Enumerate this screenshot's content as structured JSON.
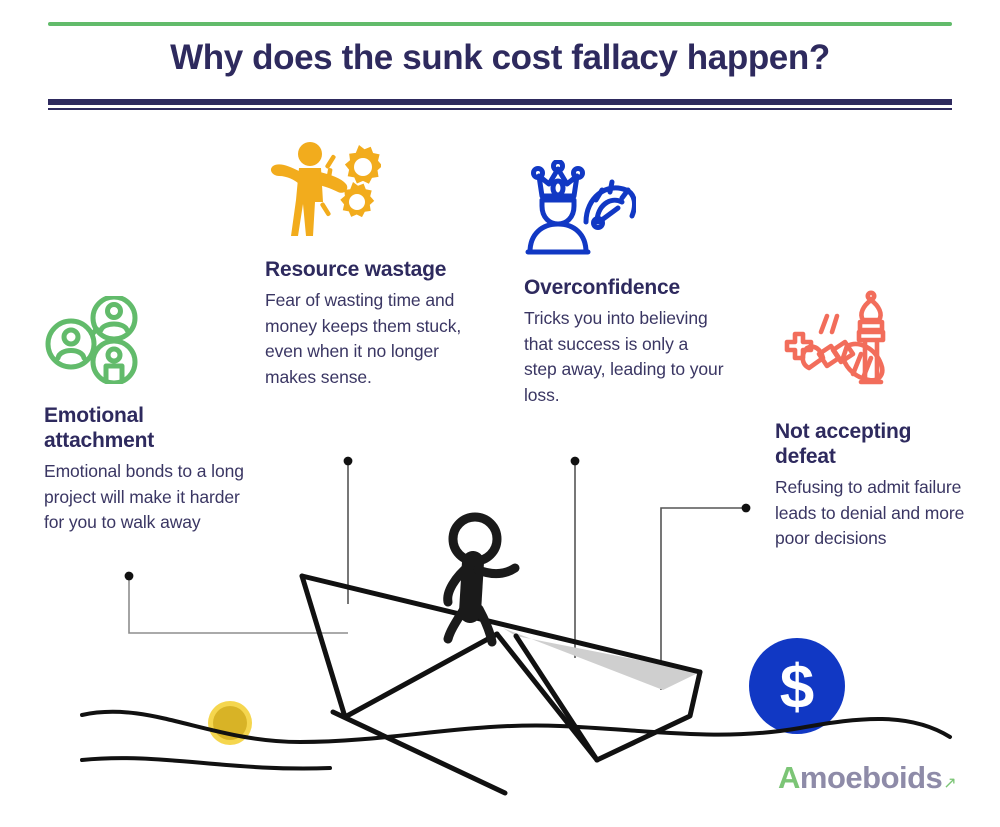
{
  "header": {
    "title": "Why does the sunk cost fallacy happen?",
    "rule_top_color": "#62bb6b",
    "rule_bottom_color": "#2e2a5e",
    "title_color": "#2e2a5e"
  },
  "blocks": [
    {
      "id": "emotional-attachment",
      "icon_name": "people-network-icon",
      "icon_color": "#62bb6b",
      "heading": "Emotional attachment",
      "body": "Emotional bonds to a long project will make it harder for you to walk away"
    },
    {
      "id": "resource-wastage",
      "icon_name": "person-pushing-gears-icon",
      "icon_color": "#f2ac1d",
      "heading": "Resource wastage",
      "body": "Fear of wasting time and money keeps them stuck, even when it no longer makes sense."
    },
    {
      "id": "overconfidence",
      "icon_name": "crowned-king-gauge-icon",
      "icon_color": "#1138c4",
      "heading": "Overconfidence",
      "body": "Tricks you into believing that success is only a step away, leading to your loss."
    },
    {
      "id": "not-accepting-defeat",
      "icon_name": "fallen-chess-king-icon",
      "icon_color": "#f26d5b",
      "heading": "Not accepting defeat",
      "body": "Refusing to admit failure leads to denial and more poor decisions"
    }
  ],
  "illustration": {
    "name": "sinking-paper-boat-scene",
    "stick_figure": "stick-figure-walking",
    "boat": "paper-boat",
    "waves": "ocean-waves",
    "coin": {
      "name": "gold-coin",
      "color": "#d8b326",
      "ring_color": "#f5d64e"
    },
    "dollar_badge": {
      "name": "dollar-coin-badge",
      "symbol": "$",
      "color": "#1138c4",
      "symbol_color": "#ffffff"
    },
    "connectors": 4
  },
  "logo": {
    "name": "amoeboids-logo",
    "initial": "A",
    "rest": "moeboids",
    "arrow": "↗",
    "initial_color": "#7cc576",
    "rest_color": "#8e8ba8"
  }
}
